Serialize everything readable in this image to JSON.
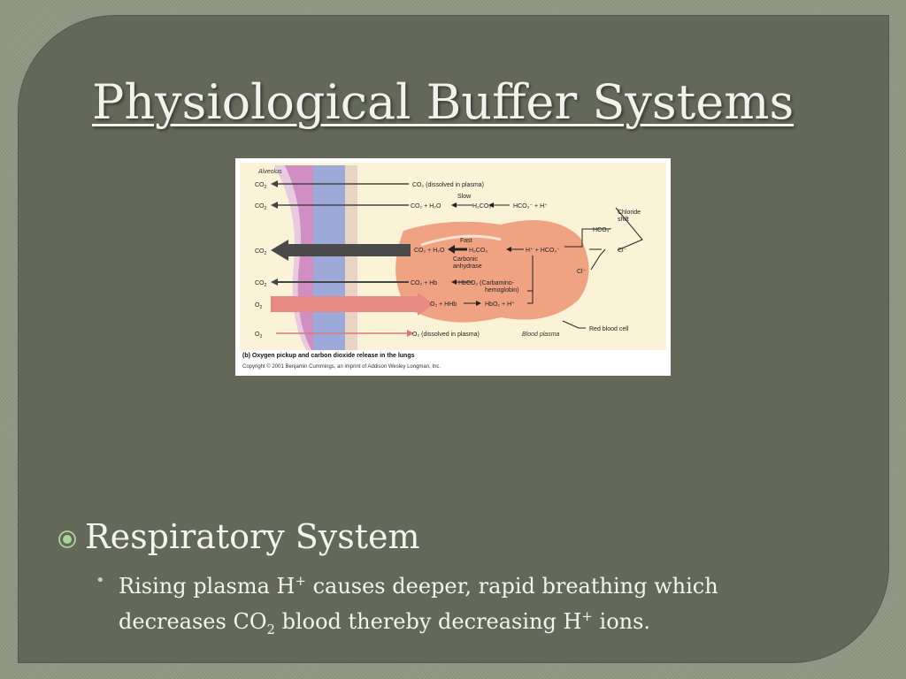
{
  "title": "Physiological Buffer Systems",
  "diagram": {
    "alveolus": "Alveolus",
    "rows": [
      {
        "left": "CO",
        "left_sub": "2",
        "right": "CO₂ (dissolved in plasma)"
      },
      {
        "left": "CO",
        "left_sub": "2",
        "right": "CO₂ + H₂O",
        "mid1": "H₂CO₃",
        "mid2": "HCO₃⁻ + H⁺",
        "slow": "Slow"
      },
      {
        "left": "CO",
        "left_sub": "2"
      },
      {
        "left": "CO",
        "left_sub": "2",
        "right": "CO₂ + Hb",
        "mid1": "HbCO₂ (Carbamino-",
        "mid2": "hemoglobin)"
      },
      {
        "left": "O",
        "left_sub": "2",
        "right": "O₂ + HHb",
        "mid1": "HbO₂ + H⁺"
      },
      {
        "left": "O",
        "left_sub": "2",
        "right": "O₂ (dissolved in plasma)",
        "mid1": "Blood plasma"
      }
    ],
    "rbc": {
      "fast": "Fast",
      "eq1": "CO₂ + H₂O",
      "eq2": "H₂CO₃",
      "eq3": "H⁺ + HCO₃⁻",
      "enzyme1": "Carbonic",
      "enzyme2": "anhydrase"
    },
    "chloride_shift_1": "Chloride",
    "chloride_shift_2": "shift",
    "hco3": "HCO₃⁻",
    "cl_right": "Cl⁻",
    "cl_left": "Cl⁻",
    "red_blood_cell": "Red blood cell",
    "caption": "(b) Oxygen pickup and carbon dioxide release in the lungs",
    "copyright": "Copyright © 2001 Benjamin Cummings, an imprint of Addison Wesley Longman, Inc."
  },
  "bullets": {
    "level1": "Respiratory System",
    "level2": {
      "part1": "Rising plasma H",
      "sup1": "+",
      "part2": " causes deeper, rapid breathing which",
      "part3": "decreases CO",
      "sub1": "2",
      "part4": " blood thereby decreasing H",
      "sup2": "+",
      "part5": " ions."
    }
  },
  "colors": {
    "panel": "#646859",
    "background": "#8f9783",
    "text": "#f4f4ee",
    "figure_bg": "#faf3d8",
    "rbc": "#f0a383",
    "vessel": "#9da9d8",
    "tissue": "#d99fce"
  }
}
